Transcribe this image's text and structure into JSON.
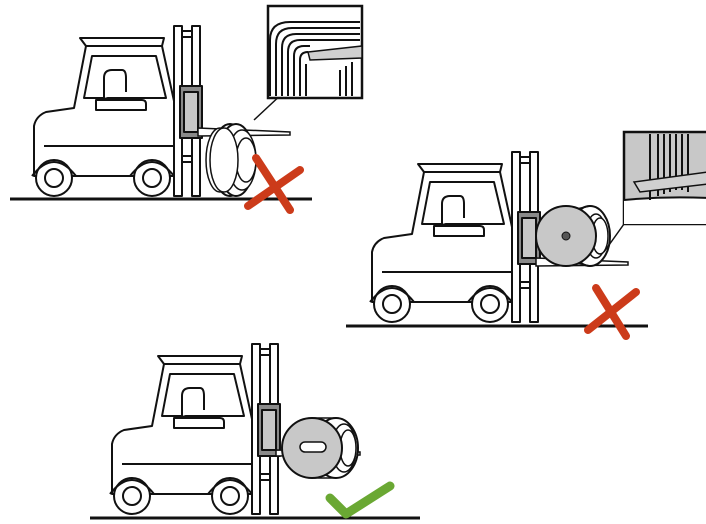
{
  "colors": {
    "line": "#111111",
    "fill_white": "#ffffff",
    "metal_grey": "#c8c8c8",
    "dark_grey": "#8a8a8a",
    "wrong": "#cc3b1a",
    "correct": "#6aa833"
  },
  "scenes": [
    {
      "id": "coil-on-forks-through-core",
      "verdict": "wrong",
      "mark_icon": "red-cross-icon",
      "detail_inset": "fork-through-coil-core"
    },
    {
      "id": "reel-flange-on-forks-side",
      "verdict": "wrong",
      "mark_icon": "red-cross-icon",
      "detail_inset": "fork-under-reel-flange"
    },
    {
      "id": "reel-on-lifting-bar",
      "verdict": "correct",
      "mark_icon": "green-check-icon",
      "detail_inset": null
    }
  ]
}
